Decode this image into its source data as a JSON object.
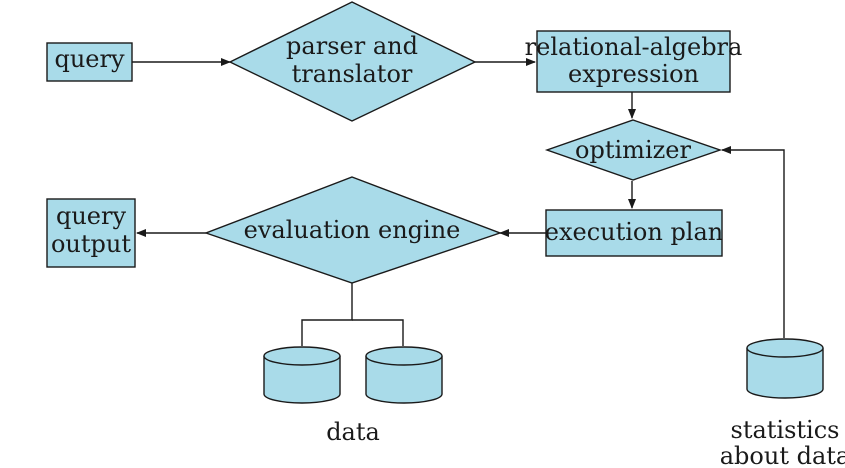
{
  "nodes": {
    "query": "query",
    "parser_line1": "parser and",
    "parser_line2": "translator",
    "rel_alg_line1": "relational-algebra",
    "rel_alg_line2": "expression",
    "optimizer": "optimizer",
    "execution_plan": "execution plan",
    "evaluation_engine": "evaluation engine",
    "query_output_line1": "query",
    "query_output_line2": "output",
    "data": "data",
    "statistics_line1": "statistics",
    "statistics_line2": "about data"
  },
  "colors": {
    "fill": "#a9dbe9",
    "stroke": "#1a1a1a"
  }
}
